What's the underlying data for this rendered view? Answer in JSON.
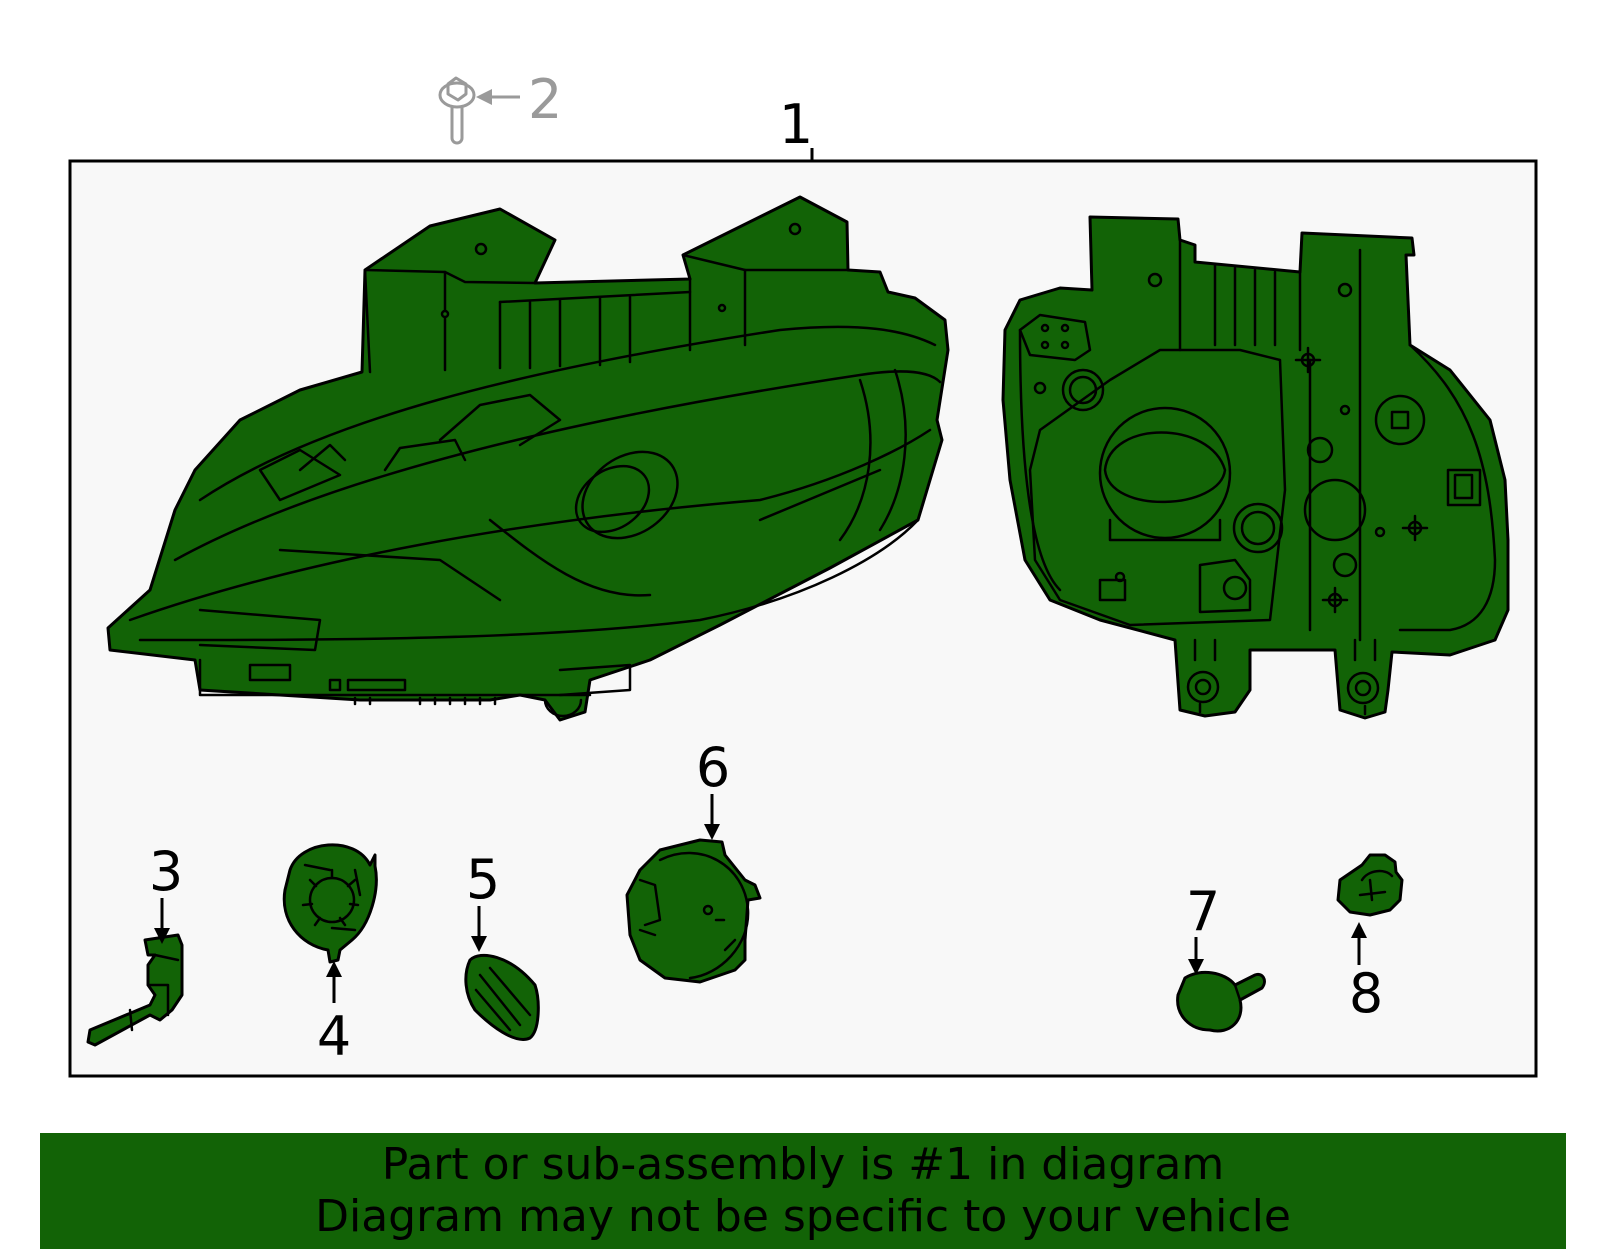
{
  "callouts": {
    "c1": "1",
    "c2": "2",
    "c3": "3",
    "c4": "4",
    "c5": "5",
    "c6": "6",
    "c7": "7",
    "c8": "8"
  },
  "banner": {
    "line1": "Part or sub-assembly is #1 in diagram",
    "line2": "Diagram may not be specific to your vehicle"
  },
  "colors": {
    "part_fill": "#126306",
    "frame_bg": "#f8f8f8",
    "outline": "#000000",
    "callout_2": "#9a9a9a"
  }
}
